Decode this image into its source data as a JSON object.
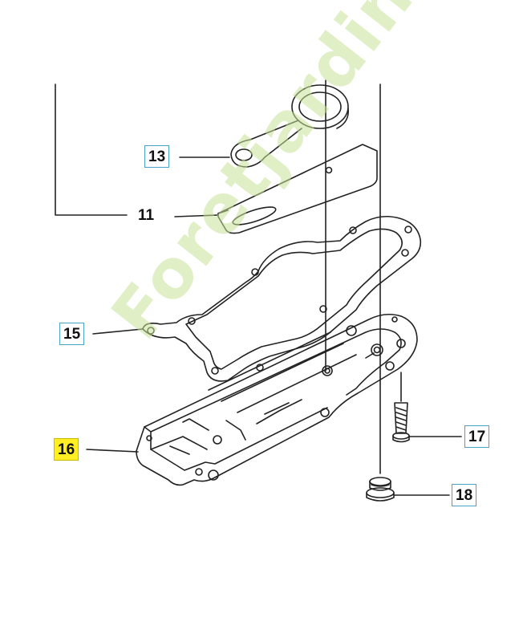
{
  "parts": {
    "p11": "11",
    "p13": "13",
    "p15": "15",
    "p16": "16",
    "p17": "17",
    "p18": "18"
  },
  "watermark": "Foretjardin.com",
  "colors": {
    "line": "#222222",
    "callout_border": "#4aa3c9",
    "highlight": "#ffee22",
    "watermark": "#c9e29a"
  }
}
